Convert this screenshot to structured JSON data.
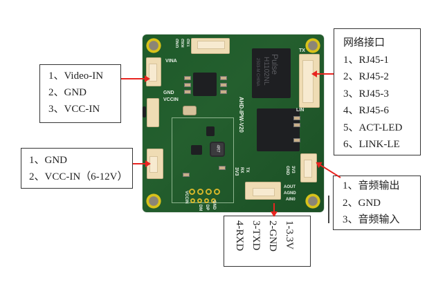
{
  "callouts": {
    "video_in": {
      "lines": [
        "1、Video-IN",
        "2、GND",
        "3、VCC-IN"
      ]
    },
    "network": {
      "title": "网络接口",
      "lines": [
        "1、RJ45-1",
        "2、RJ45-2",
        "3、RJ45-3",
        "4、RJ45-6",
        "5、ACT-LED",
        "6、LINK-LE"
      ]
    },
    "power": {
      "lines": [
        "1、GND",
        "2、VCC-IN（6-12V）"
      ]
    },
    "audio": {
      "lines": [
        "1、音频输出",
        "2、GND",
        "3、音频输入"
      ]
    },
    "uart": {
      "lines": [
        "1-3.3V",
        "2-GND",
        "3-TXD",
        "4-RXD"
      ]
    }
  },
  "pcb": {
    "board_label": "AHD-IPW-V20",
    "silkscreen": {
      "uart_pins": [
        "GND",
        "RXD",
        "TXD"
      ],
      "vina": "VINA",
      "gnd": "GND",
      "vccin": "VCCIN",
      "tx": "TX",
      "lin": "LIN",
      "tx_rx": [
        "TX",
        "RX"
      ],
      "v33": "3V3",
      "gnd2": "GND",
      "aout": "AOUT",
      "agnd": "AGND",
      "ain": "AIN0",
      "bottom_pads": [
        "VCCIN",
        "DM",
        "DP",
        "GND"
      ],
      "inductor": "4R7"
    },
    "transformer": {
      "brand": "Pulse",
      "model": "H1102NL",
      "sub": "2503-M CHINA"
    },
    "colors": {
      "board": "#1e5a2a",
      "connector": "#efdcb4",
      "arrow": "#e8231f",
      "gold": "#d7b72a"
    }
  }
}
